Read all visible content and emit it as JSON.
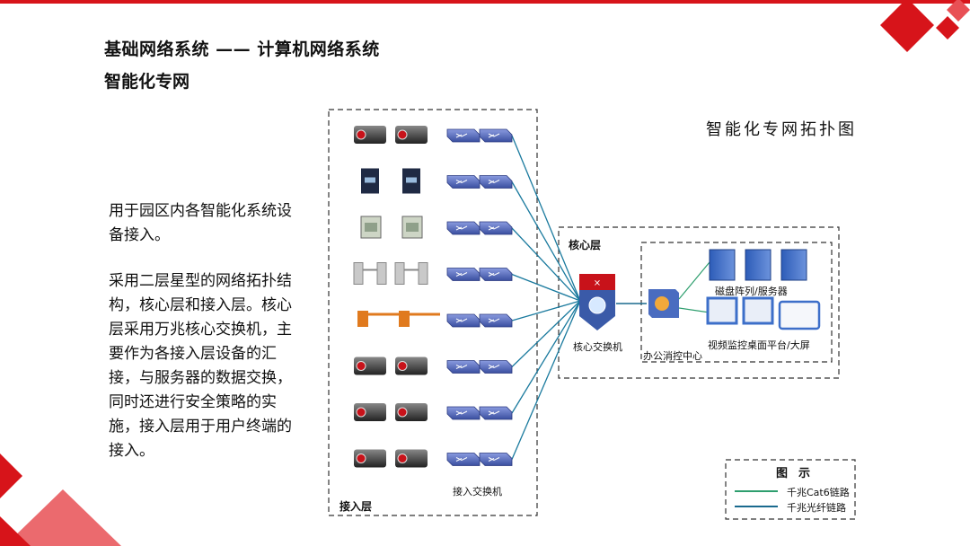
{
  "slide": {
    "title_line1": "基础网络系统 —— 计算机网络系统",
    "title_line2": "智能化专网",
    "paragraph1": "用于园区内各智能化系统设备接入。",
    "paragraph2": "采用二层星型的网络拓扑结构，核心层和接入层。核心层采用万兆核心交换机，主要作为各接入层设备的汇接，与服务器的数据交换，同时还进行安全策略的实施，接入层用于用户终端的接入。"
  },
  "diagram": {
    "title": "智能化专网拓扑图",
    "access_layer_label": "接入层",
    "access_switch_label": "接入交换机",
    "core_layer_label": "核心层",
    "core_switch_label": "核心交换机",
    "office_center_label": "办公消控中心",
    "storage_label": "磁盘阵列/服务器",
    "monitor_label": "视频监控桌面平台/大屏",
    "access_rows": [
      {
        "device": "projector-icon"
      },
      {
        "device": "access-control-icon"
      },
      {
        "device": "intercom-icon"
      },
      {
        "device": "turnstile-icon"
      },
      {
        "device": "barrier-gate-icon"
      },
      {
        "device": "projector-icon"
      },
      {
        "device": "projector-icon"
      },
      {
        "device": "projector-icon"
      }
    ]
  },
  "legend": {
    "title": "图示",
    "items": [
      {
        "label": "千兆Cat6链路",
        "color": "#2e9e6e"
      },
      {
        "label": "千兆光纤链路",
        "color": "#1a6a8e"
      }
    ]
  },
  "colors": {
    "accent_red": "#d7141a",
    "link_teal": "#1a7a9e",
    "switch_blue": "#4a5fb0",
    "server_blue": "#3d6fc9"
  }
}
